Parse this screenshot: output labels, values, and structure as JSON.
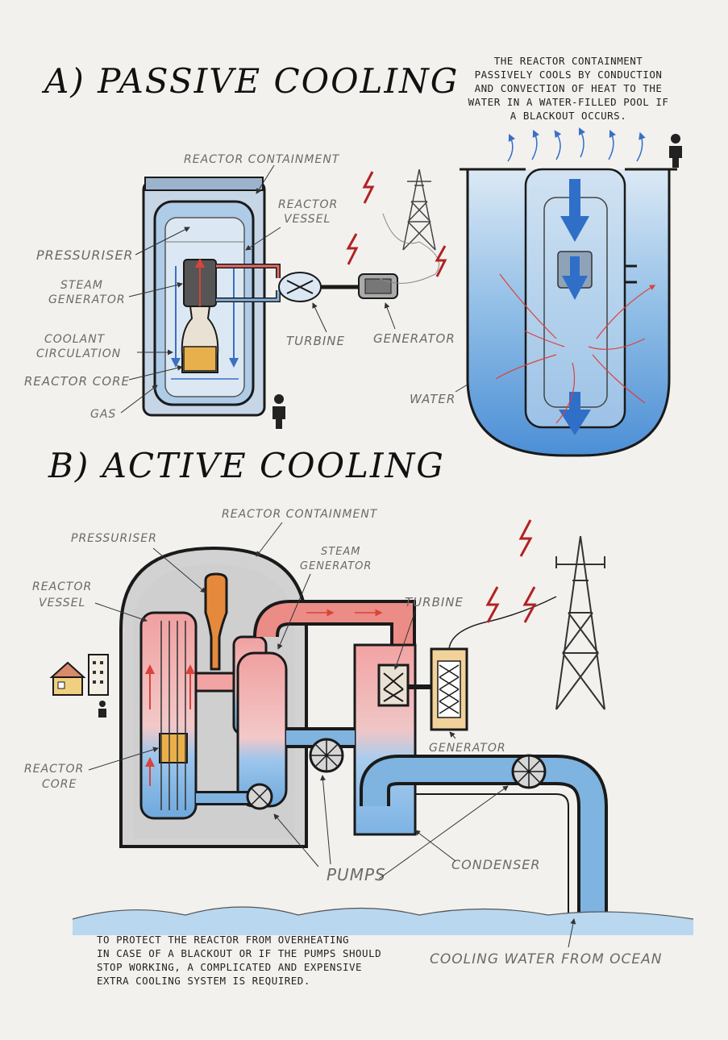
{
  "section_a": {
    "title": "A) PASSIVE COOLING",
    "note_lines": [
      "THE REACTOR CONTAINMENT",
      "PASSIVELY COOLS BY CONDUCTION",
      "AND CONVECTION OF HEAT TO THE",
      "WATER IN A WATER-FILLED POOL IF",
      "A BLACKOUT OCCURS."
    ],
    "labels": {
      "reactor_containment": "REACTOR CONTAINMENT",
      "reactor_vessel_1": "REACTOR",
      "reactor_vessel_2": "VESSEL",
      "pressuriser": "PRESSURISER",
      "steam_generator_1": "STEAM",
      "steam_generator_2": "GENERATOR",
      "coolant_circulation_1": "COOLANT",
      "coolant_circulation_2": "CIRCULATION",
      "reactor_core": "REACTOR CORE",
      "gas": "GAS",
      "turbine": "TURBINE",
      "generator": "GENERATOR",
      "water": "WATER"
    }
  },
  "section_b": {
    "title": "B) ACTIVE COOLING",
    "labels": {
      "reactor_containment": "REACTOR CONTAINMENT",
      "pressuriser": "PRESSURISER",
      "steam_generator_1": "STEAM",
      "steam_generator_2": "GENERATOR",
      "reactor_vessel_1": "REACTOR",
      "reactor_vessel_2": "VESSEL",
      "turbine": "TURBINE",
      "reactor_core_1": "REACTOR",
      "reactor_core_2": "CORE",
      "generator": "GENERATOR",
      "pumps": "PUMPS",
      "condenser": "CONDENSER",
      "cooling_water": "COOLING WATER FROM OCEAN"
    },
    "note_lines": [
      "TO PROTECT THE REACTOR FROM OVERHEATING",
      "IN CASE OF A BLACKOUT OR IF THE PUMPS SHOULD",
      "STOP WORKING, A COMPLICATED AND EXPENSIVE",
      "EXTRA COOLING SYSTEM IS REQUIRED."
    ]
  },
  "colors": {
    "ink": "#1a1a1a",
    "hot_red": "#d9534f",
    "cold_blue": "#4a90d9",
    "water_blue": "#7fb3e0",
    "lightning_red": "#b22222"
  }
}
